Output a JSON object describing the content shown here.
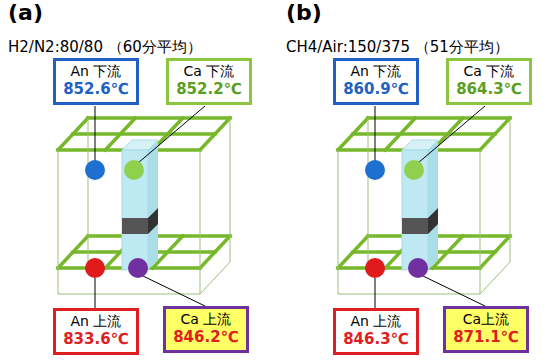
{
  "diagram": {
    "nodes": [
      {
        "text": [
          "An 下流",
          "852.6℃"
        ]
      },
      {
        "text": [
          "Ca 下流",
          "852.2℃"
        ]
      },
      {
        "text": [
          "An 上流",
          "833.6℃"
        ]
      },
      {
        "text": [
          "Ca 上流",
          "846.2℃"
        ]
      },
      {
        "text": [
          "An 下流",
          "860.9℃"
        ]
      },
      {
        "text": [
          "Ca 下流",
          "864.3℃"
        ]
      },
      {
        "text": [
          "An 上流",
          "846.3℃"
        ]
      },
      {
        "text": [
          "Ca上流",
          "871.1℃"
        ]
      }
    ],
    "labels": [
      "(a)",
      "H2/N2:80/80 （60分平均）",
      "(b)",
      "CH4/Air:150/375 （51分平均）"
    ]
  }
}
